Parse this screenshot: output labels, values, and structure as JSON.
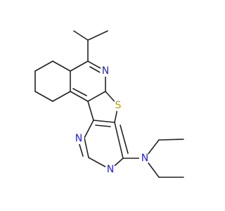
{
  "molecule": {
    "atoms": [
      {
        "symbol": "N"
      },
      {
        "symbol": "S"
      },
      {
        "symbol": "N"
      },
      {
        "symbol": "N"
      },
      {
        "symbol": "N"
      }
    ]
  },
  "colors": {
    "nitrogen": "#2323d0",
    "sulfur": "#b8a000",
    "bond": "#222222"
  }
}
